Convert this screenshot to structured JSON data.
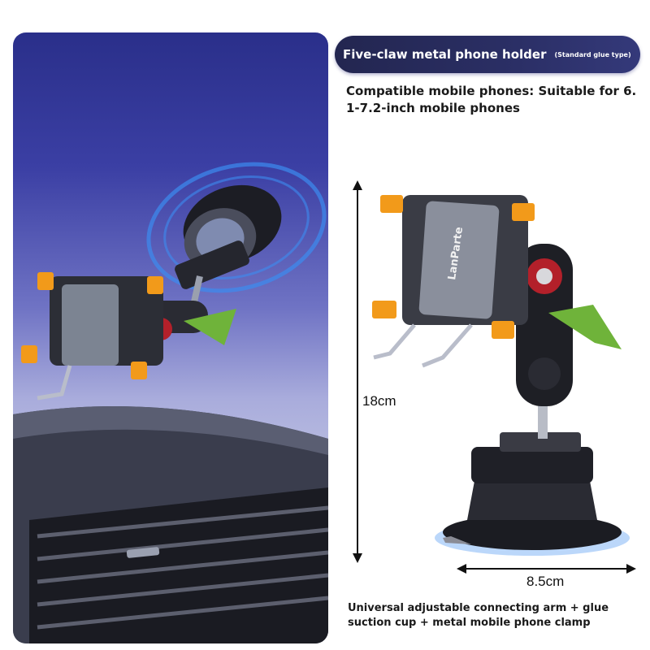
{
  "header": {
    "title": "Five-claw metal phone holder",
    "subtitle": "(Standard glue type)"
  },
  "compatibility": {
    "text": "Compatible mobile phones: Suitable for 6.\n1-7.2-inch mobile phones"
  },
  "dimensions": {
    "height": "18cm",
    "width": "8.5cm"
  },
  "footer": {
    "text": "Universal adjustable connecting arm + glue suction cup + metal mobile phone clamp"
  },
  "brand": {
    "logo_text": "LanParte"
  },
  "colors": {
    "pill": "#2b2f66",
    "accent_orange": "#f29a1a",
    "accent_green": "#6fb33a",
    "accent_red": "#b3202a",
    "glow_blue": "#3c8cf0"
  }
}
